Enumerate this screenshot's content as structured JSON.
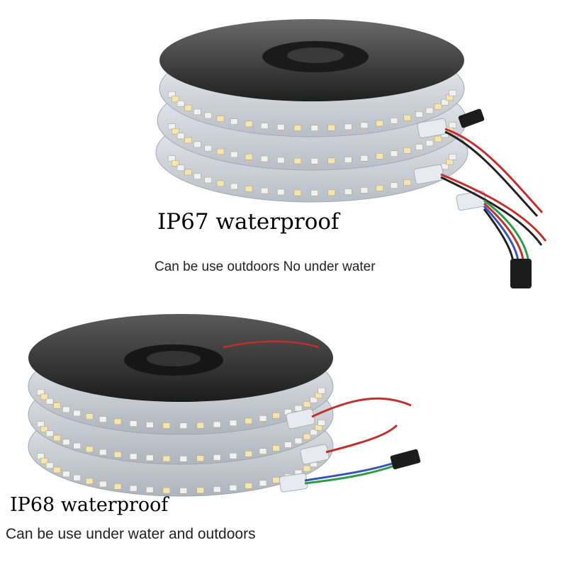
{
  "products": [
    {
      "title": "IP67 waterproof",
      "caption": "Can be use outdoors No under water"
    },
    {
      "title": "IP68 waterproof",
      "caption": "Can be use under water and outdoors"
    }
  ],
  "colors": {
    "reel_dark": "#2b2b2b",
    "reel_mid": "#4a4a4a",
    "strip_silicone": "#d9dde2",
    "led_warm": "#f3e6b2",
    "led_cool": "#eef2f7",
    "wire_red": "#c0302e",
    "wire_black": "#222222",
    "wire_green": "#2f9a47",
    "wire_blue": "#3653b8"
  }
}
